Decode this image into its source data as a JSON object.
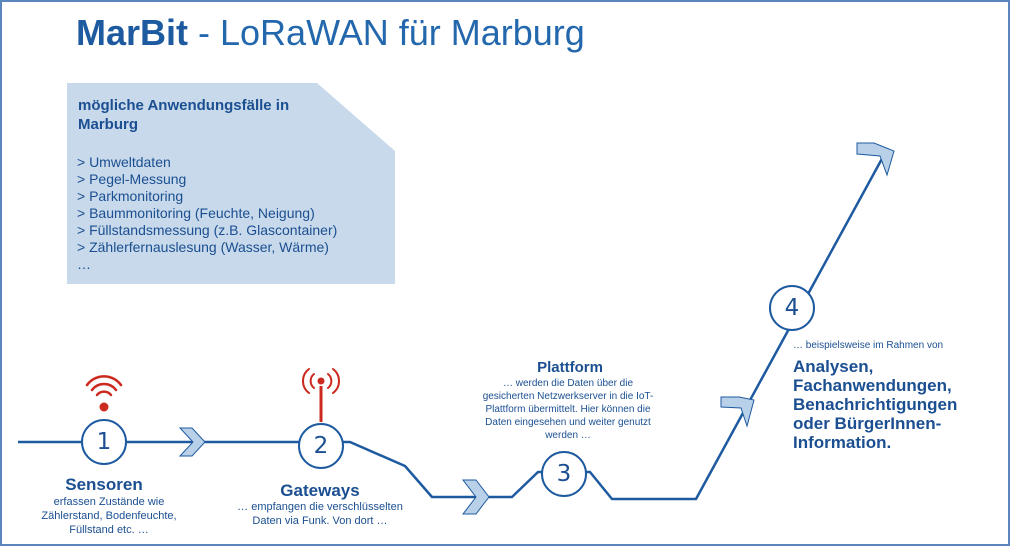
{
  "title": {
    "brand": "MarBit",
    "rest": " - LoRaWAN für Marburg"
  },
  "usecases": {
    "heading": "mögliche Anwendungsfälle in Marburg",
    "items": [
      "> Umweltdaten",
      "> Pegel-Messung",
      "> Parkmonitoring",
      "> Baummonitoring (Feuchte, Neigung)",
      "> Füllstandsmessung (z.B. Glascontainer)",
      "> Zählerfernauslesung (Wasser, Wärme)",
      "…"
    ]
  },
  "steps": [
    {
      "number": "1",
      "title": "Sensoren",
      "desc": "erfassen Zustände wie Zählerstand, Bodenfeuchte, Füllstand etc. …"
    },
    {
      "number": "2",
      "title": "Gateways",
      "desc": "… empfangen die verschlüsselten Daten via Funk. Von dort …"
    },
    {
      "number": "3",
      "title": "Plattform",
      "desc": "… werden die Daten über die gesicherten Netzwerkserver in die IoT-Plattform übermittelt. Hier können die Daten eingesehen und weiter genutzt werden …"
    },
    {
      "number": "4",
      "intro": "… beispielsweise im Rahmen von",
      "lines": [
        "Analysen,",
        "Fachanwendungen,",
        "Benachrichtigungen",
        "oder BürgerInnen-",
        "Information."
      ]
    }
  ],
  "colors": {
    "line": "#1e5aa0",
    "chevron_fill": "#b9d1e8",
    "box_fill": "#c7d9ea",
    "sensor_signal": "#cc2a1f",
    "text": "#1b4f91"
  },
  "icons": [
    "wifi-signal-icon",
    "antenna-icon",
    "chevron-right-icon",
    "chevron-up-right-icon"
  ]
}
